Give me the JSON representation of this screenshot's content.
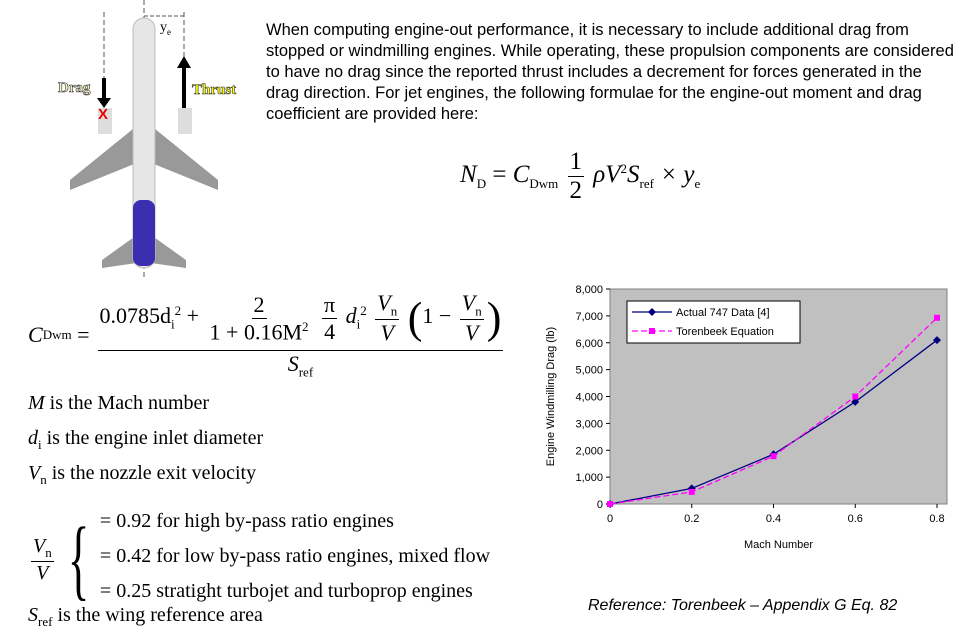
{
  "figure": {
    "drag_label": "Drag",
    "thrust_label": "Thrust",
    "ye_label": "y",
    "ye_sub": "e",
    "x_mark": "X"
  },
  "intro_text": "When computing engine-out performance, it is necessary to include additional drag from stopped or windmilling engines. While operating, these propulsion components are considered to have no drag since the reported thrust includes a decrement for forces generated in the drag direction. For jet engines, the following formulae for the engine-out moment and drag coefficient are provided here:",
  "eq1": {
    "lhs": "N",
    "lhs_sub": "D",
    "c": "C",
    "c_sub": "Dwm",
    "half_num": "1",
    "half_den": "2",
    "rho": "ρV",
    "sq": "2",
    "s": "S",
    "s_sub": "ref",
    "times": "× y",
    "ye_sub": "e"
  },
  "eq2": {
    "lhs": "C",
    "lhs_sub": "Dwm",
    "t1": "0.0785d",
    "t1_sub": "i",
    "t1_sup": "2",
    "plus": "+",
    "f2_num": "2",
    "f2_den": "1 + 0.16M",
    "f2_sup": "2",
    "pi_num": "π",
    "pi_den": "4",
    "d": "d",
    "d_sub": "i",
    "d_sup": "2",
    "vn": "V",
    "vn_sub": "n",
    "v": "V",
    "paren_open": "(",
    "one_minus": "1 −",
    "paren_close": ")",
    "den": "S",
    "den_sub": "ref"
  },
  "definitions": [
    {
      "sym": "M",
      "sub": "",
      "text": " is the Mach number"
    },
    {
      "sym": "d",
      "sub": "i",
      "text": " is the engine inlet diameter"
    },
    {
      "sym": "V",
      "sub": "n",
      "text": " is the nozzle exit velocity"
    }
  ],
  "ratio": {
    "num": "V",
    "num_sub": "n",
    "den": "V",
    "cases": [
      "= 0.92  for high by-pass ratio engines",
      "= 0.42  for low by-pass ratio engines, mixed flow",
      "= 0.25  stratight turbojet and turboprop engines"
    ]
  },
  "sref_def": {
    "sym": "S",
    "sub": "ref",
    "text": " is the wing reference area"
  },
  "reference": "Reference: Torenbeek – Appendix G Eq. 82",
  "chart_data": {
    "type": "line",
    "xlabel": "Mach Number",
    "ylabel": "Engine Windmilling Drag (lb)",
    "xlim": [
      0,
      0.8
    ],
    "ylim": [
      0,
      8000
    ],
    "x_ticks": [
      "0",
      "0.2",
      "0.4",
      "0.6",
      "0.8"
    ],
    "y_ticks": [
      "0",
      "1,000",
      "2,000",
      "3,000",
      "4,000",
      "5,000",
      "6,000",
      "7,000",
      "8,000"
    ],
    "x": [
      0,
      0.2,
      0.4,
      0.6,
      0.8
    ],
    "legend_position": "top-left",
    "series": [
      {
        "name": "Actual 747 Data [4]",
        "values": [
          0,
          580,
          1850,
          3800,
          6100
        ],
        "color": "#000080",
        "marker": "diamond",
        "dash": "solid"
      },
      {
        "name": "Torenbeek Equation",
        "values": [
          0,
          450,
          1780,
          4000,
          6930
        ],
        "color": "#ff00ff",
        "marker": "square",
        "dash": "dashed"
      }
    ],
    "plot_bg": "#c0c0c0"
  }
}
